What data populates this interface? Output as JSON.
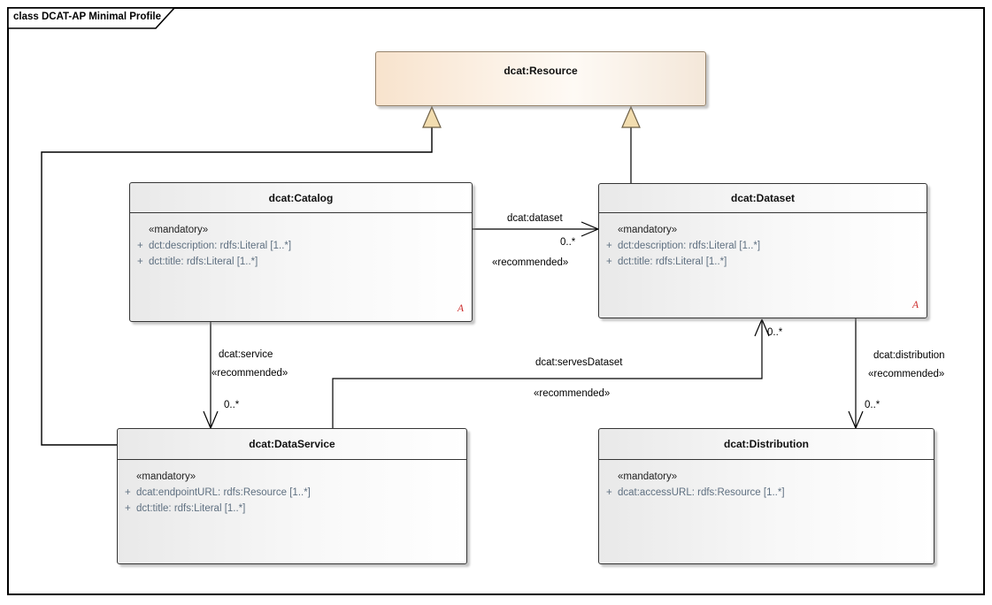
{
  "frame": {
    "title": "class DCAT-AP Minimal Profile"
  },
  "classes": {
    "resource": {
      "name": "dcat:Resource"
    },
    "catalog": {
      "name": "dcat:Catalog",
      "stereotype": "«mandatory»",
      "attributes": [
        {
          "vis": "+",
          "text": "dct:description: rdfs:Literal [1..*]"
        },
        {
          "vis": "+",
          "text": "dct:title: rdfs:Literal [1..*]"
        }
      ],
      "abstract_marker": "A"
    },
    "dataset": {
      "name": "dcat:Dataset",
      "stereotype": "«mandatory»",
      "attributes": [
        {
          "vis": "+",
          "text": "dct:description: rdfs:Literal [1..*]"
        },
        {
          "vis": "+",
          "text": "dct:title: rdfs:Literal [1..*]"
        }
      ],
      "abstract_marker": "A"
    },
    "dataservice": {
      "name": "dcat:DataService",
      "stereotype": "«mandatory»",
      "attributes": [
        {
          "vis": "+",
          "text": "dcat:endpointURL: rdfs:Resource [1..*]"
        },
        {
          "vis": "+",
          "text": "dct:title: rdfs:Literal [1..*]"
        }
      ]
    },
    "distribution": {
      "name": "dcat:Distribution",
      "stereotype": "«mandatory»",
      "attributes": [
        {
          "vis": "+",
          "text": "dcat:accessURL: rdfs:Resource [1..*]"
        }
      ]
    }
  },
  "connectors": {
    "catalog_dataset": {
      "label": "dcat:dataset",
      "stereotype": "«recommended»",
      "multiplicity": "0..*"
    },
    "catalog_service": {
      "label": "dcat:service",
      "stereotype": "«recommended»",
      "multiplicity": "0..*"
    },
    "serves_dataset": {
      "label": "dcat:servesDataset",
      "stereotype": "«recommended»",
      "multiplicity": "0..*"
    },
    "dataset_distribution": {
      "label": "dcat:distribution",
      "stereotype": "«recommended»",
      "multiplicity": "0..*"
    }
  },
  "colors": {
    "resource_fill": "#f8e3cd",
    "class_fill": "#e9e9e9",
    "generalization_arrow_fill": "#f2ddb0",
    "abstract_marker": "#cc2b2b",
    "attribute_text": "#5f7081",
    "line": "#000000"
  }
}
